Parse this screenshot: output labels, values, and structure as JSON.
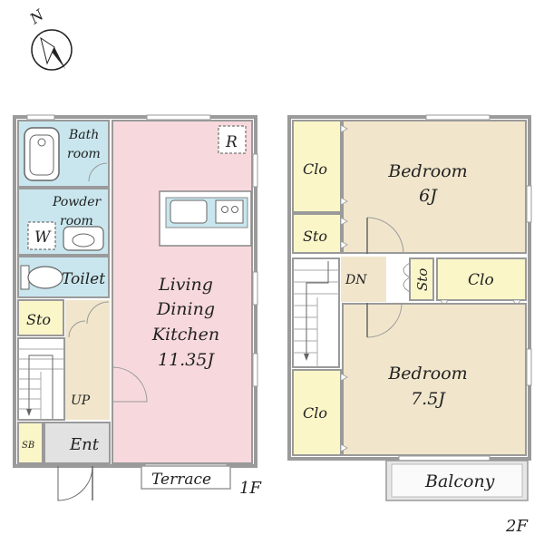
{
  "compass": {
    "label": "N"
  },
  "floors": {
    "first": "1F",
    "second": "2F"
  },
  "colors": {
    "wet_area": "#c9e6ee",
    "ldk": "#f7d9dd",
    "bedroom": "#f1e6cc",
    "closet": "#fbf6c8",
    "entry": "#e2e2e2",
    "hall": "#f1e6cc",
    "wall": "#9a9a9a"
  },
  "rooms_1f": {
    "bath_line1": "Bath",
    "bath_line2": "room",
    "powder_line1": "Powder",
    "powder_line2": "room",
    "washer": "W",
    "toilet": "Toilet",
    "storage": "Sto",
    "stairs_up": "UP",
    "shoe_box": "SB",
    "entrance": "Ent",
    "ldk_line1": "Living",
    "ldk_line2": "Dining",
    "ldk_line3": "Kitchen",
    "ldk_size": "11.35J",
    "refrigerator": "R",
    "terrace": "Terrace"
  },
  "rooms_2f": {
    "closet_top": "Clo",
    "storage_top": "Sto",
    "bedroom1_name": "Bedroom",
    "bedroom1_size": "6J",
    "stairs_down": "DN",
    "storage_mid": "Sto",
    "closet_mid": "Clo",
    "bedroom2_name": "Bedroom",
    "bedroom2_size": "7.5J",
    "closet_bottom": "Clo",
    "balcony": "Balcony"
  }
}
